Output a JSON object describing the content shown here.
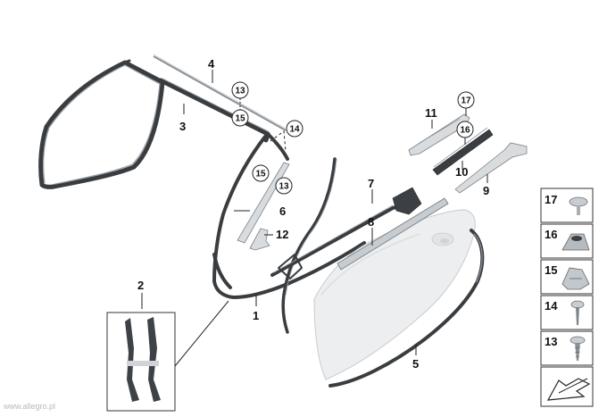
{
  "callouts": {
    "c1": "1",
    "c2": "2",
    "c3": "3",
    "c4": "4",
    "c5": "5",
    "c6": "6",
    "c7": "7",
    "c8": "8",
    "c9": "9",
    "c10": "10",
    "c11": "11",
    "c12": "12",
    "circ13a": "13",
    "circ15a": "15",
    "circ14": "14",
    "circ15b": "15",
    "circ13b": "13",
    "circ17": "17",
    "circ16": "16"
  },
  "sidebar": {
    "items": [
      {
        "label": "17",
        "icon": "torx-screw-icon"
      },
      {
        "label": "16",
        "icon": "nut-clip-icon"
      },
      {
        "label": "15",
        "icon": "clip-icon"
      },
      {
        "label": "14",
        "icon": "rivet-icon"
      },
      {
        "label": "13",
        "icon": "screw-icon"
      },
      {
        "label": "",
        "icon": "direction-arrow-icon"
      }
    ]
  },
  "watermark": "www.allegro.pl"
}
